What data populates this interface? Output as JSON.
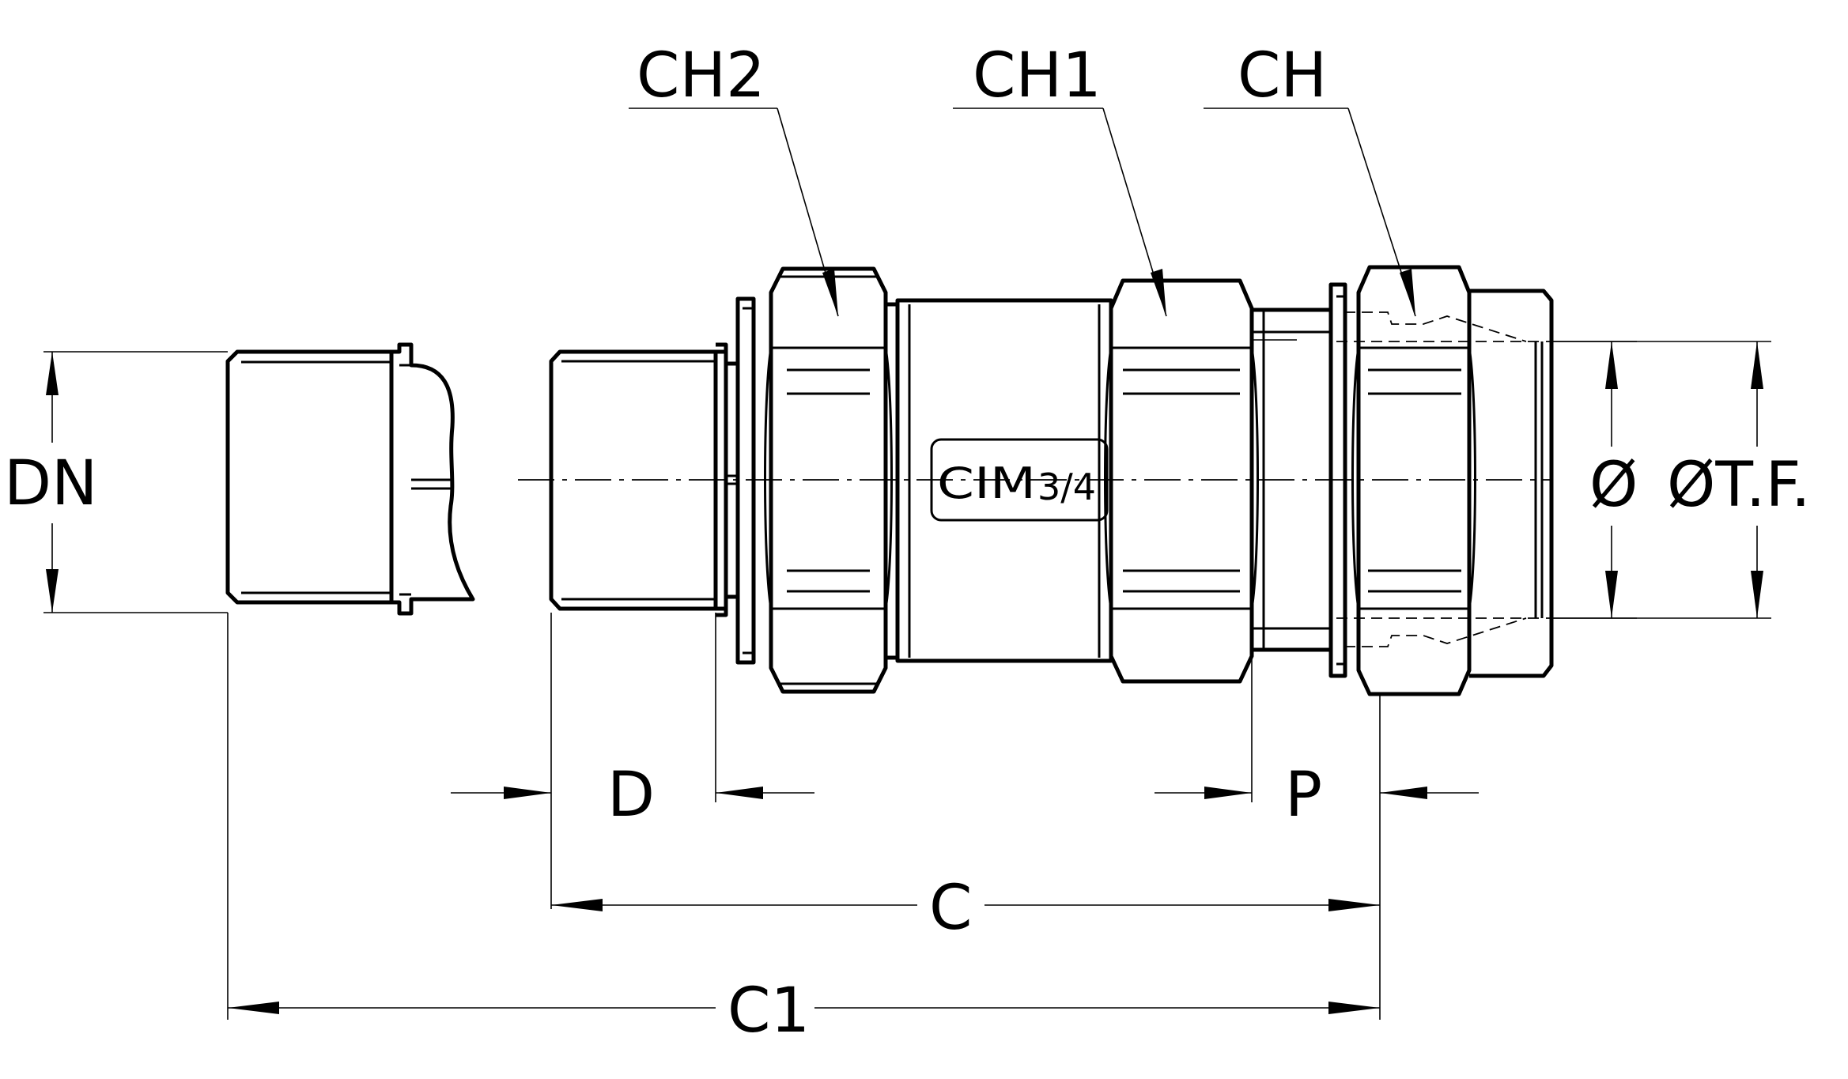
{
  "labels": {
    "ch2": "CH2",
    "ch1": "CH1",
    "ch": "CH",
    "dn": "DN",
    "d": "D",
    "p": "P",
    "c": "C",
    "c1": "C1",
    "diameter": "Ø",
    "diameter_tf": "ØT.F.",
    "logo_brand": "CIM",
    "logo_size": "3/4"
  }
}
